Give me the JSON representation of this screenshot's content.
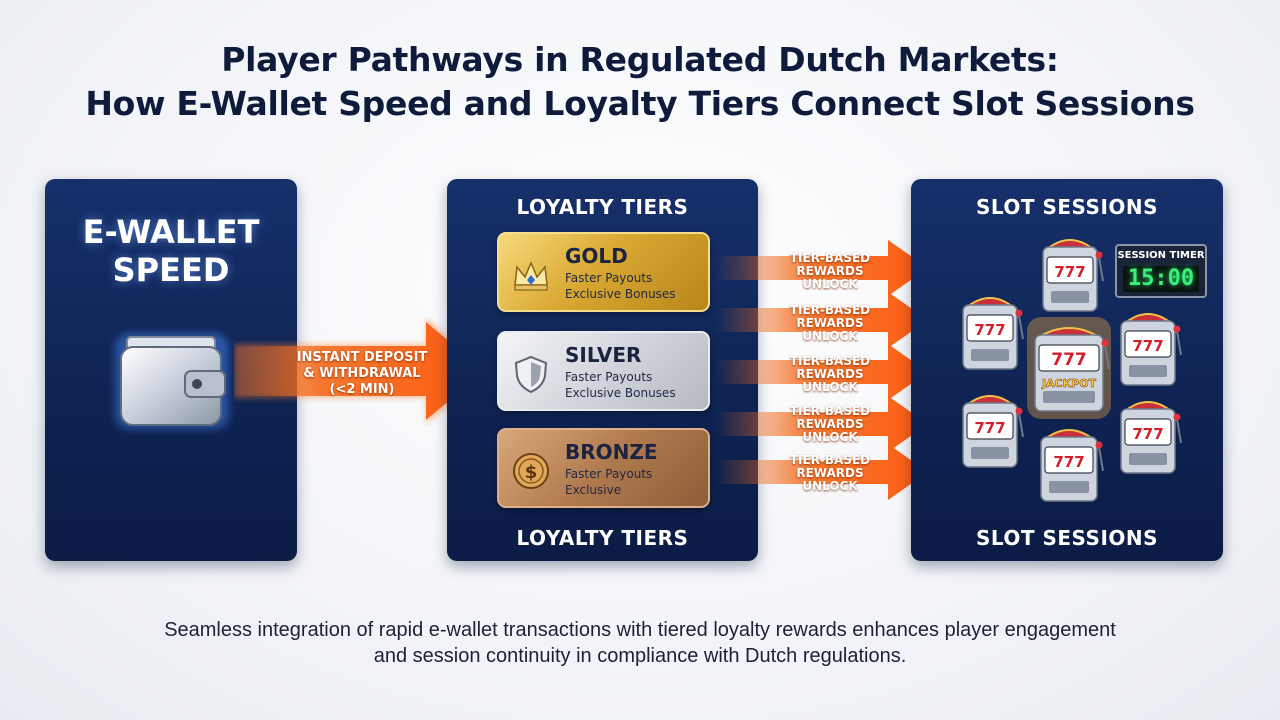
{
  "title": {
    "line1": "Player Pathways in Regulated Dutch Markets:",
    "line2": "How E-Wallet Speed and Loyalty Tiers Connect Slot Sessions"
  },
  "wallet_panel": {
    "title_line1": "E-WALLET",
    "title_line2": "SPEED",
    "icon": "wallet-icon"
  },
  "main_arrow": {
    "line1": "INSTANT DEPOSIT",
    "line2": "& WITHDRAWAL",
    "line3": "(<2 MIN)"
  },
  "tiers_panel": {
    "top_label": "LOYALTY TIERS",
    "bottom_label": "LOYALTY TIERS",
    "tiers": [
      {
        "name": "GOLD",
        "line1": "Faster Payouts",
        "line2": "Exclusive Bonuses",
        "icon": "crown-icon"
      },
      {
        "name": "SILVER",
        "line1": "Faster Payouts",
        "line2": "Exclusive Bonuses",
        "icon": "shield-icon"
      },
      {
        "name": "BRONZE",
        "line1": "Faster Payouts",
        "line2": "Exclusive",
        "icon": "dollar-coin-icon"
      }
    ]
  },
  "unlock_arrows": [
    {
      "line1": "TIER-BASED",
      "line2": "REWARDS",
      "line3": "UNLOCK"
    },
    {
      "line1": "TIER-BASED",
      "line2": "REWARDS",
      "line3": "UNLOCK"
    },
    {
      "line1": "TIER-BASED",
      "line2": "REWARDS",
      "line3": "UNLOCK"
    },
    {
      "line1": "TIER-BASED",
      "line2": "REWARDS",
      "line3": "UNLOCK"
    },
    {
      "line1": "TIER-BASED",
      "line2": "REWARDS",
      "line3": "UNLOCK"
    }
  ],
  "slots_panel": {
    "top_label": "SLOT SESSIONS",
    "bottom_label": "SLOT SESSIONS",
    "timer_label": "SESSION TIMER",
    "timer_value": "15:00",
    "reel_symbols": "777",
    "jackpot_label": "JACKPOT",
    "icon": "slot-machine-icon"
  },
  "caption": {
    "line1": "Seamless integration of rapid e-wallet transactions with tiered loyalty rewards enhances player engagement",
    "line2": "and session continuity in compliance with Dutch regulations."
  },
  "colors": {
    "panel_navy": "#0f2454",
    "arrow_orange": "#f26a1b",
    "gold": "#d9a933",
    "silver": "#d2d6dc",
    "bronze": "#b07a4e"
  }
}
